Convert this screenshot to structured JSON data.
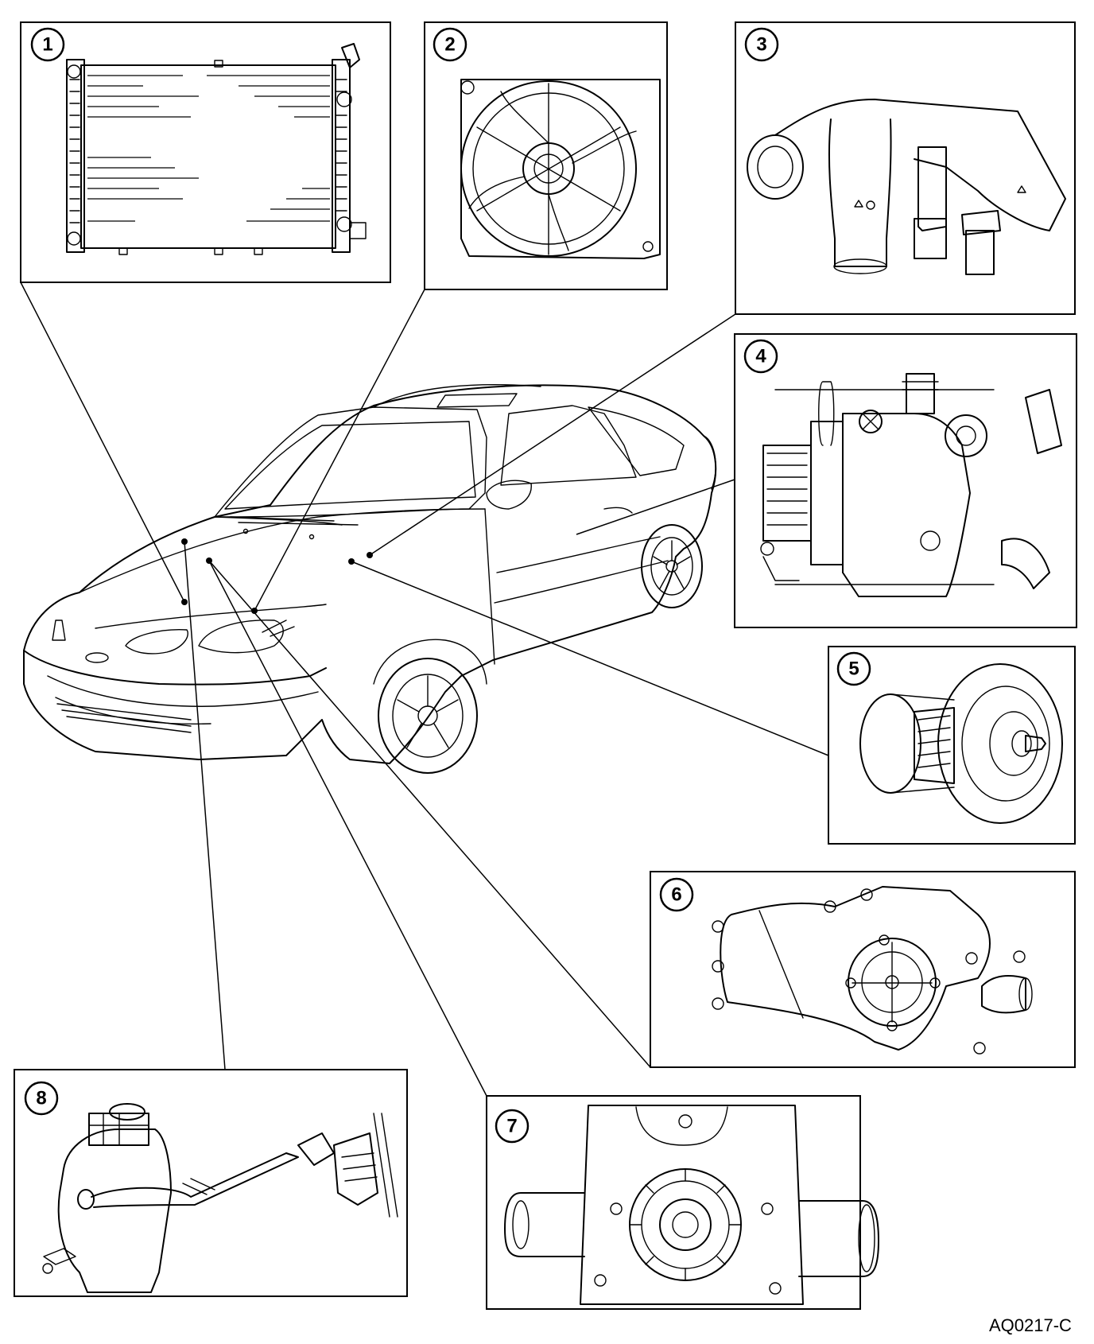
{
  "callouts": [
    {
      "id": "1"
    },
    {
      "id": "2"
    },
    {
      "id": "3"
    },
    {
      "id": "4"
    },
    {
      "id": "5"
    },
    {
      "id": "6"
    },
    {
      "id": "7"
    },
    {
      "id": "8"
    }
  ],
  "reference_code": "AQ0217-C"
}
